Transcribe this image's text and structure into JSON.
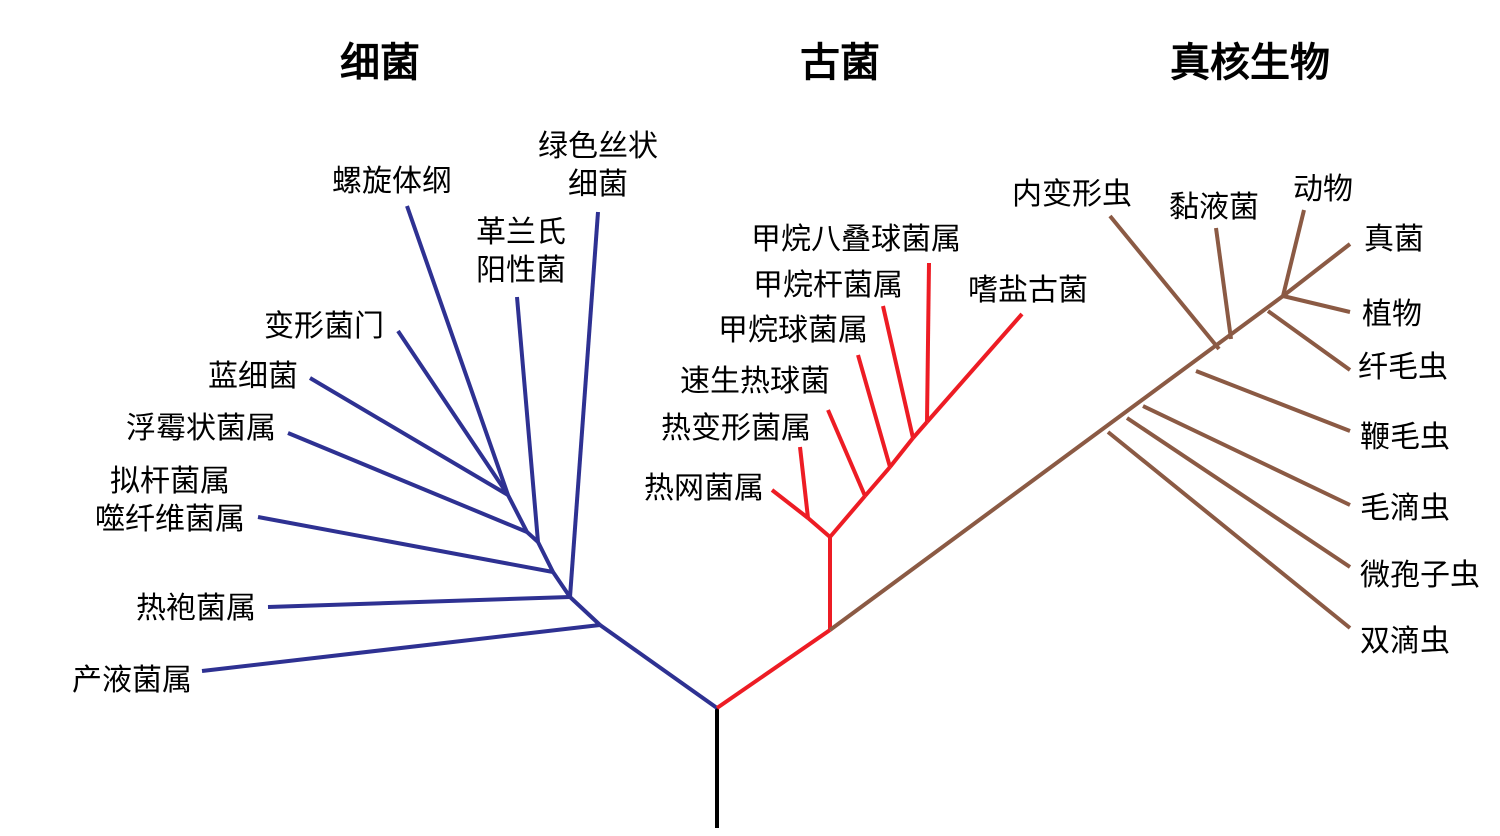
{
  "colors": {
    "bacteria": "#2e3192",
    "archaea": "#ed1c24",
    "eukaryota": "#8b5a44",
    "root": "#000000"
  },
  "domains": {
    "bacteria": "细菌",
    "archaea": "古菌",
    "eukaryota": "真核生物"
  },
  "bacteria_taxa": {
    "green_filamentous_1": "绿色丝状",
    "green_filamentous_2": "细菌",
    "spirochetes": "螺旋体纲",
    "gram_positive_1": "革兰氏",
    "gram_positive_2": "阳性菌",
    "proteobacteria": "变形菌门",
    "cyanobacteria": "蓝细菌",
    "planctomyces": "浮霉状菌属",
    "bacteroides_1": "拟杆菌属",
    "bacteroides_2": "噬纤维菌属",
    "thermotoga": "热袍菌属",
    "aquifex": "产液菌属"
  },
  "archaea_taxa": {
    "methanosarcina": "甲烷八叠球菌属",
    "methanobacterium": "甲烷杆菌属",
    "halophiles": "嗜盐古菌",
    "methanococcus": "甲烷球菌属",
    "thermococcus": "速生热球菌",
    "thermoproteus": "热变形菌属",
    "pyrodictium": "热网菌属"
  },
  "eukaryota_taxa": {
    "entamoebae": "内变形虫",
    "slime_molds": "黏液菌",
    "animals": "动物",
    "fungi": "真菌",
    "plants": "植物",
    "ciliates": "纤毛虫",
    "flagellates": "鞭毛虫",
    "trichomonads": "毛滴虫",
    "microsporidia": "微孢子虫",
    "diplomonads": "双滴虫"
  }
}
